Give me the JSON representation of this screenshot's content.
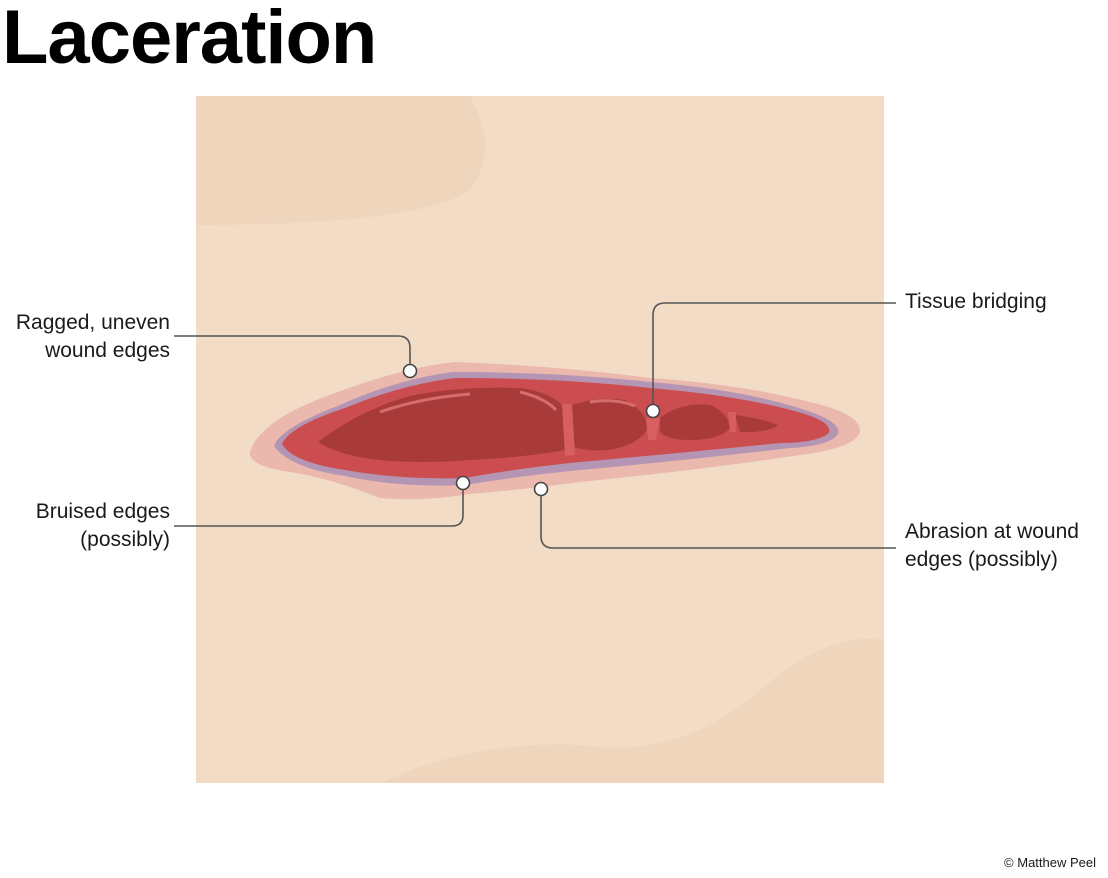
{
  "title": "Laceration",
  "labels": {
    "ragged_edges": [
      "Ragged, uneven",
      "wound edges"
    ],
    "bruised_edges": [
      "Bruised edges",
      "(possibly)"
    ],
    "tissue_bridging": "Tissue bridging",
    "abrasion": [
      "Abrasion at wound",
      "edges (possibly)"
    ]
  },
  "copyright": "© Matthew Peel",
  "colors": {
    "skin": "#f3dcc5",
    "skin_shade": "#efd3ba",
    "halo": "#eab8ad",
    "bruise": "#b496b4",
    "wound_rim": "#cc4d4f",
    "wound_deep": "#a83a3a",
    "leader_line": "#555555"
  }
}
